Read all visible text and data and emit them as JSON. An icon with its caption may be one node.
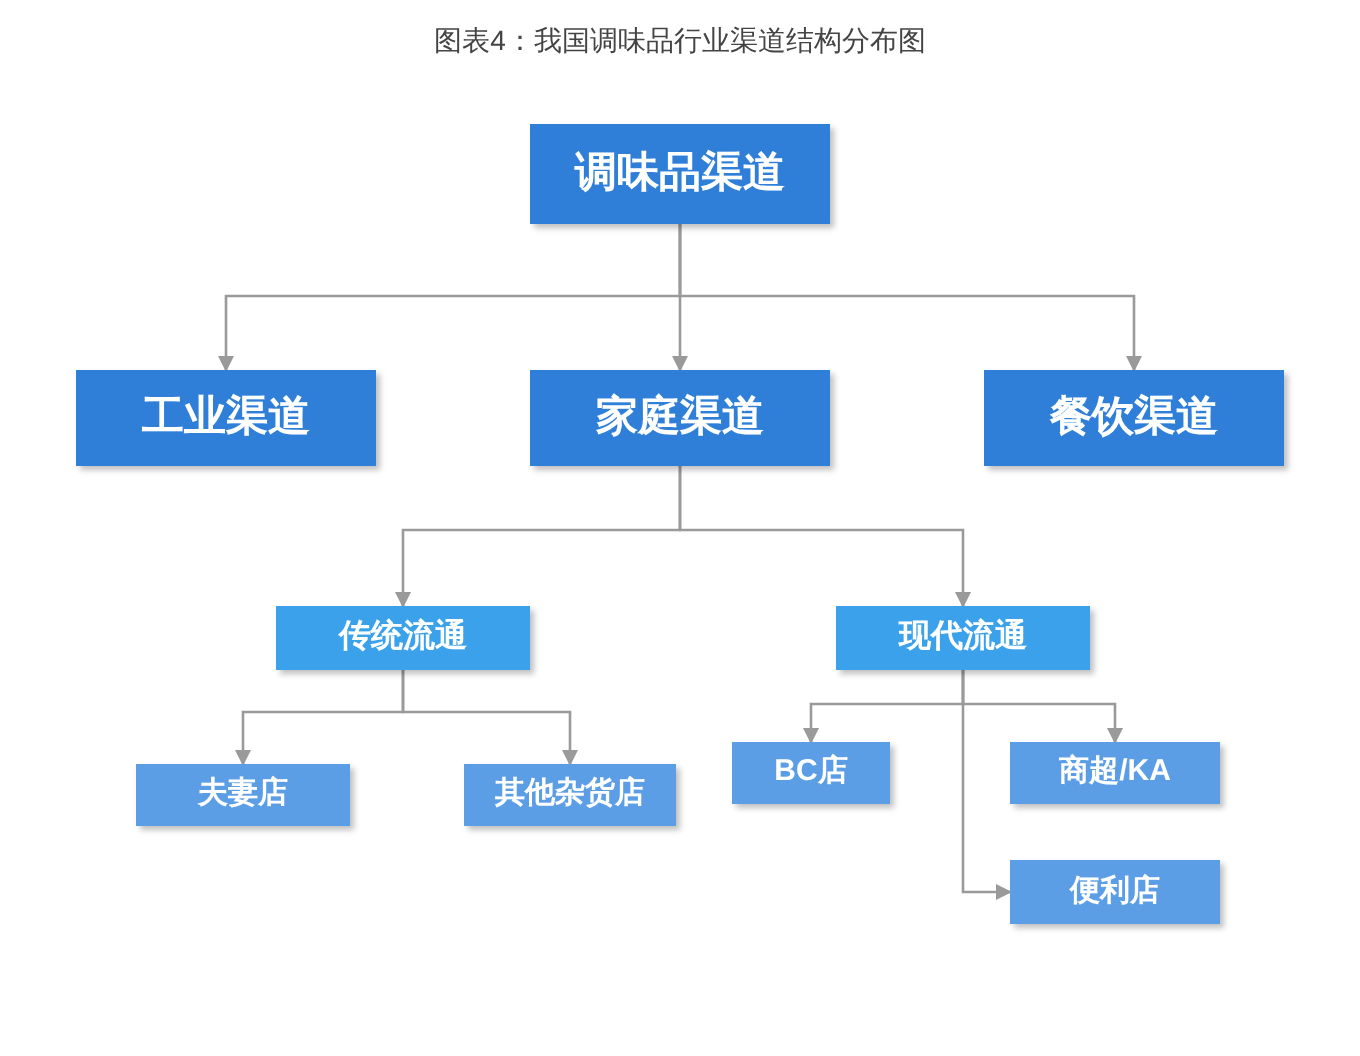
{
  "diagram": {
    "title": "图表4：我国调味品行业渠道结构分布图",
    "nodes": [
      {
        "text": [
          "调味品渠道"
        ]
      },
      {
        "text": [
          "工业渠道"
        ]
      },
      {
        "text": [
          "家庭渠道"
        ]
      },
      {
        "text": [
          "餐饮渠道"
        ]
      },
      {
        "text": [
          "传统流通"
        ]
      },
      {
        "text": [
          "现代流通"
        ]
      },
      {
        "text": [
          "夫妻店"
        ]
      },
      {
        "text": [
          "其他杂货店"
        ]
      },
      {
        "text": [
          "BC店"
        ]
      },
      {
        "text": [
          "商超/KA"
        ]
      },
      {
        "text": [
          "便利店"
        ]
      }
    ],
    "edges": [
      {
        "from": 0,
        "to": 1,
        "arrow": "to"
      },
      {
        "from": 0,
        "to": 2,
        "arrow": "to"
      },
      {
        "from": 0,
        "to": 3,
        "arrow": "to"
      },
      {
        "from": 2,
        "to": 4,
        "arrow": "to"
      },
      {
        "from": 2,
        "to": 5,
        "arrow": "to"
      },
      {
        "from": 4,
        "to": 6,
        "arrow": "to"
      },
      {
        "from": 4,
        "to": 7,
        "arrow": "to"
      },
      {
        "from": 5,
        "to": 8,
        "arrow": "to"
      },
      {
        "from": 5,
        "to": 9,
        "arrow": "to"
      },
      {
        "from": 5,
        "to": 10,
        "arrow": "to"
      }
    ]
  }
}
